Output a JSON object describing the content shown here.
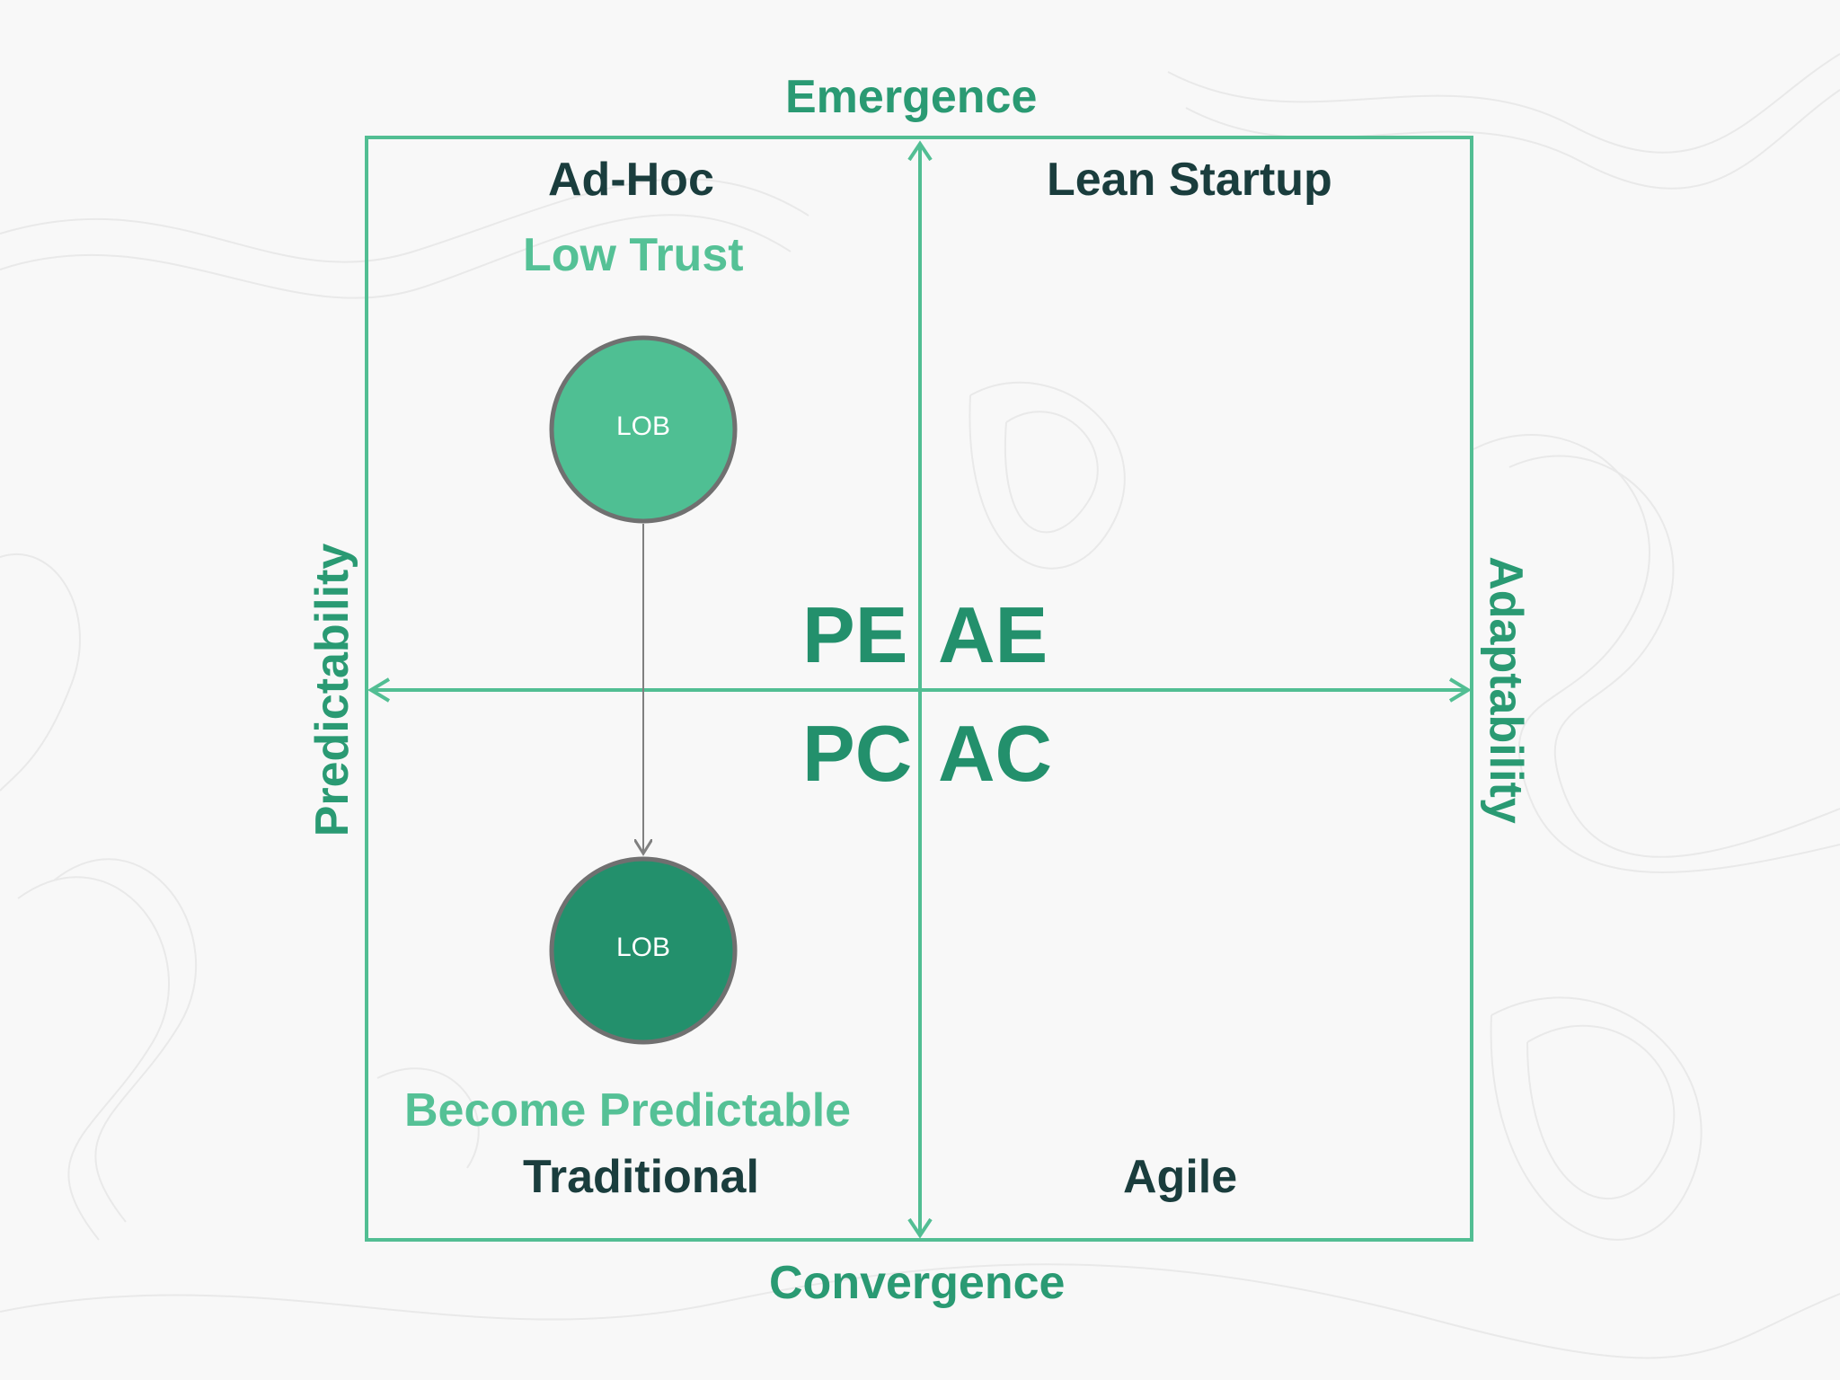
{
  "axes": {
    "top": "Emergence",
    "bottom": "Convergence",
    "left": "Predictability",
    "right": "Adaptability"
  },
  "quadrants": {
    "top_left": "Ad-Hoc",
    "top_right": "Lean Startup",
    "bottom_left": "Traditional",
    "bottom_right": "Agile"
  },
  "center": {
    "pe": "PE",
    "ae": "AE",
    "pc": "PC",
    "ac": "AC"
  },
  "annotations": {
    "low_trust": "Low Trust",
    "become_predictable": "Become Predictable"
  },
  "nodes": {
    "lob_top": "LOB",
    "lob_bottom": "LOB"
  },
  "colors": {
    "frame": "#52be93",
    "axis_text": "#2a9a73",
    "quadrant_text": "#1a3d3d",
    "note_text": "#55c196",
    "lob_light": "#4fbf93",
    "lob_dark": "#23906c",
    "node_border": "#707070"
  }
}
